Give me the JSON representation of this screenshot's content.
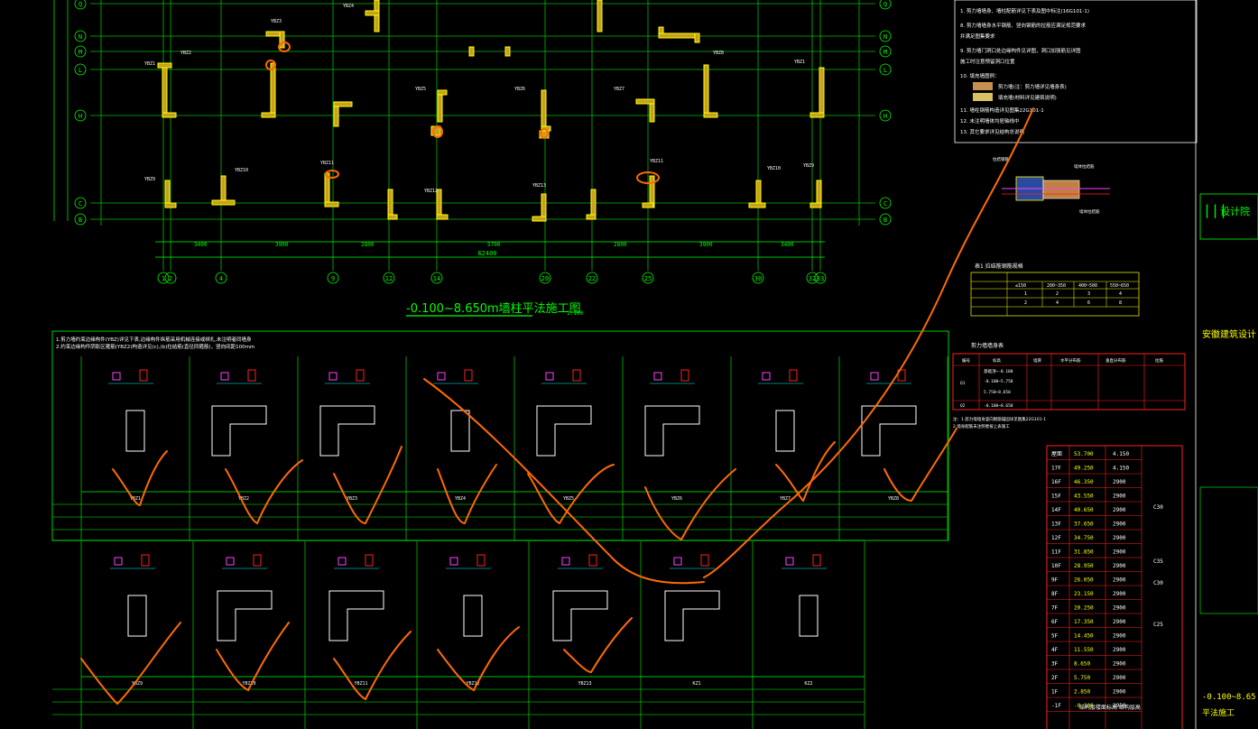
{
  "plan": {
    "axes_right": [
      "Q",
      "N",
      "M",
      "L",
      "H",
      "C",
      "B"
    ],
    "axes_bottom": [
      "1",
      "2",
      "4",
      "9",
      "12",
      "14",
      "20",
      "22",
      "25",
      "30",
      "32",
      "33"
    ],
    "overall_dim": "62400",
    "title": "-0.100~8.650m墙柱平法施工图",
    "scale": "1:100"
  },
  "notes_text": {
    "note11": "11. 墙柱钢筋构造详见图集22G101-1",
    "note12": "12. 未注明墙体均居轴线中",
    "note13": "13. 其它要求详见结构总说明"
  },
  "concrete_table": {
    "title": "结构层楼面标高  结构层高",
    "rows": [
      {
        "floor": "屋面",
        "elev": "53.700",
        "height": "4.150"
      },
      {
        "floor": "17F",
        "elev": "49.250",
        "height": "4.150"
      },
      {
        "floor": "16F",
        "elev": "46.350",
        "height": "2900"
      },
      {
        "floor": "15F",
        "elev": "43.550",
        "height": "2900"
      },
      {
        "floor": "14F",
        "elev": "40.650",
        "height": "2900"
      },
      {
        "floor": "13F",
        "elev": "37.650",
        "height": "2900"
      },
      {
        "floor": "12F",
        "elev": "34.750",
        "height": "2900"
      },
      {
        "floor": "11F",
        "elev": "31.850",
        "height": "2900"
      },
      {
        "floor": "10F",
        "elev": "28.950",
        "height": "2900"
      },
      {
        "floor": "9F",
        "elev": "26.050",
        "height": "2900"
      },
      {
        "floor": "8F",
        "elev": "23.150",
        "height": "2900"
      },
      {
        "floor": "7F",
        "elev": "20.250",
        "height": "2900"
      },
      {
        "floor": "6F",
        "elev": "17.350",
        "height": "2900"
      },
      {
        "floor": "5F",
        "elev": "14.450",
        "height": "2900"
      },
      {
        "floor": "4F",
        "elev": "11.550",
        "height": "2900"
      },
      {
        "floor": "3F",
        "elev": "8.650",
        "height": "2900"
      },
      {
        "floor": "2F",
        "elev": "5.750",
        "height": "2900"
      },
      {
        "floor": "1F",
        "elev": "2.850",
        "height": "2900"
      },
      {
        "floor": "-1F",
        "elev": "-0.100",
        "height": "2950"
      }
    ],
    "grades": [
      "C30",
      "C35",
      "C30",
      "C25"
    ]
  },
  "details_row1": [
    "YBZ1",
    "YBZ2",
    "YBZ3",
    "YBZ4",
    "YBZ5",
    "YBZ6",
    "YBZ7",
    "YBZ8"
  ],
  "details_row2": [
    "YBZ9",
    "YBZ10",
    "YBZ11",
    "YBZ12",
    "YBZ13",
    "KZ1",
    "KZ2"
  ],
  "titleblock": {
    "company": "安徽建筑设计",
    "drawing": "-0.100~8.65",
    "drawing2": "平法施工"
  },
  "colors": {
    "grid": "#00ff00",
    "wall": "#ffff00",
    "fill": "#c8a020",
    "markup": "#ff6a00",
    "red": "#ff2020",
    "magenta": "#ff40ff",
    "cyan": "#00ffff",
    "white": "#ffffff"
  }
}
